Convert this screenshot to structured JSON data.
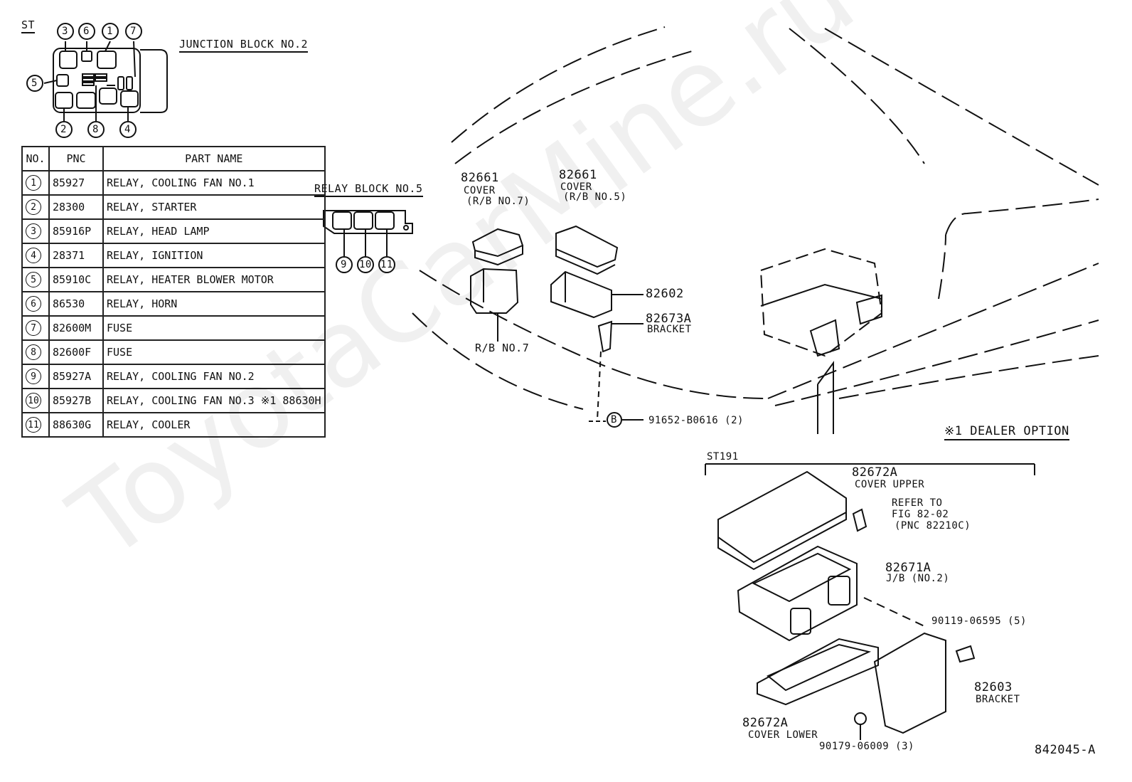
{
  "header": {
    "section": "ST",
    "ref_code": "842045-A"
  },
  "junction_block": {
    "title": "JUNCTION BLOCK NO.2",
    "callouts": [
      "3",
      "6",
      "1",
      "7",
      "5",
      "2",
      "8",
      "4"
    ]
  },
  "relay_block": {
    "title": "RELAY BLOCK NO.5",
    "callouts": [
      "9",
      "10",
      "11"
    ]
  },
  "table": {
    "headers": [
      "NO.",
      "PNC",
      "PART NAME"
    ],
    "rows": [
      {
        "no": "1",
        "pnc": "85927",
        "name": "RELAY, COOLING FAN NO.1"
      },
      {
        "no": "2",
        "pnc": "28300",
        "name": "RELAY, STARTER"
      },
      {
        "no": "3",
        "pnc": "85916P",
        "name": "RELAY, HEAD LAMP"
      },
      {
        "no": "4",
        "pnc": "28371",
        "name": "RELAY, IGNITION"
      },
      {
        "no": "5",
        "pnc": "85910C",
        "name": "RELAY, HEATER BLOWER MOTOR"
      },
      {
        "no": "6",
        "pnc": "86530",
        "name": "RELAY, HORN"
      },
      {
        "no": "7",
        "pnc": "82600M",
        "name": "FUSE"
      },
      {
        "no": "8",
        "pnc": "82600F",
        "name": "FUSE"
      },
      {
        "no": "9",
        "pnc": "85927A",
        "name": "RELAY, COOLING FAN NO.2"
      },
      {
        "no": "10",
        "pnc": "85927B",
        "name": "RELAY, COOLING FAN NO.3",
        "extra": "※1 88630H"
      },
      {
        "no": "11",
        "pnc": "88630G",
        "name": "RELAY, COOLER"
      }
    ]
  },
  "labels": {
    "cover7_pnc": "82661",
    "cover7_l1": "COVER",
    "cover7_l2": "(R/B NO.7)",
    "cover5_pnc": "82661",
    "cover5_l1": "COVER",
    "cover5_l2": "(R/B NO.5)",
    "rb7": "R/B NO.7",
    "p82602": "82602",
    "bracket_pnc": "82673A",
    "bracket_name": "BRACKET",
    "callout_b": "B",
    "bolt": "91652-B0616 (2)",
    "dealer_option": "※1 DEALER OPTION",
    "st191": "ST191",
    "cover_upper_pnc": "82672A",
    "cover_upper_name": "COVER UPPER",
    "refer_l1": "REFER TO",
    "refer_l2": "FIG 82-02",
    "refer_l3": "(PNC 82210C)",
    "jb_pnc": "82671A",
    "jb_name": "J/B (NO.2)",
    "screw": "90119-06595 (5)",
    "bracket2_pnc": "82603",
    "bracket2_name": "BRACKET",
    "cover_lower_pnc": "82672A",
    "cover_lower_name": "COVER LOWER",
    "clip": "90179-06009 (3)"
  },
  "watermark": "ToyotaCarMine.ru",
  "colors": {
    "ink": "#111111",
    "paper": "#ffffff"
  }
}
